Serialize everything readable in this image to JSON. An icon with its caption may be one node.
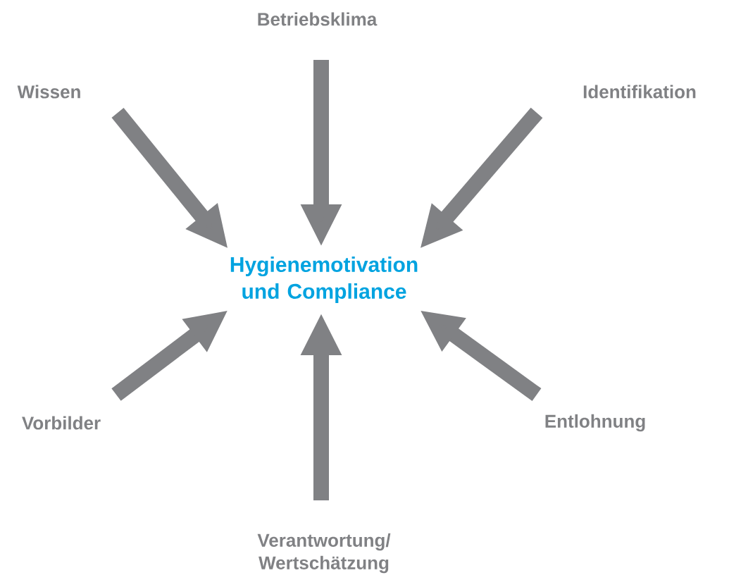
{
  "diagram": {
    "nodes": [
      {
        "text": [
          "Hygienemotivation und Compliance"
        ]
      },
      {
        "text": [
          "Betriebsklima"
        ]
      },
      {
        "text": [
          "Wissen"
        ]
      },
      {
        "text": [
          "Identifikation"
        ]
      },
      {
        "text": [
          "Vorbilder"
        ]
      },
      {
        "text": [
          "Entlohnung"
        ]
      },
      {
        "text": [
          "Verantwortung/ Wertschätzung"
        ]
      }
    ],
    "edges": [
      {
        "from": 1,
        "to": 0,
        "arrow": "to"
      },
      {
        "from": 2,
        "to": 0,
        "arrow": "to"
      },
      {
        "from": 3,
        "to": 0,
        "arrow": "to"
      },
      {
        "from": 4,
        "to": 0,
        "arrow": "to"
      },
      {
        "from": 5,
        "to": 0,
        "arrow": "to"
      },
      {
        "from": 6,
        "to": 0,
        "arrow": "to"
      }
    ]
  }
}
